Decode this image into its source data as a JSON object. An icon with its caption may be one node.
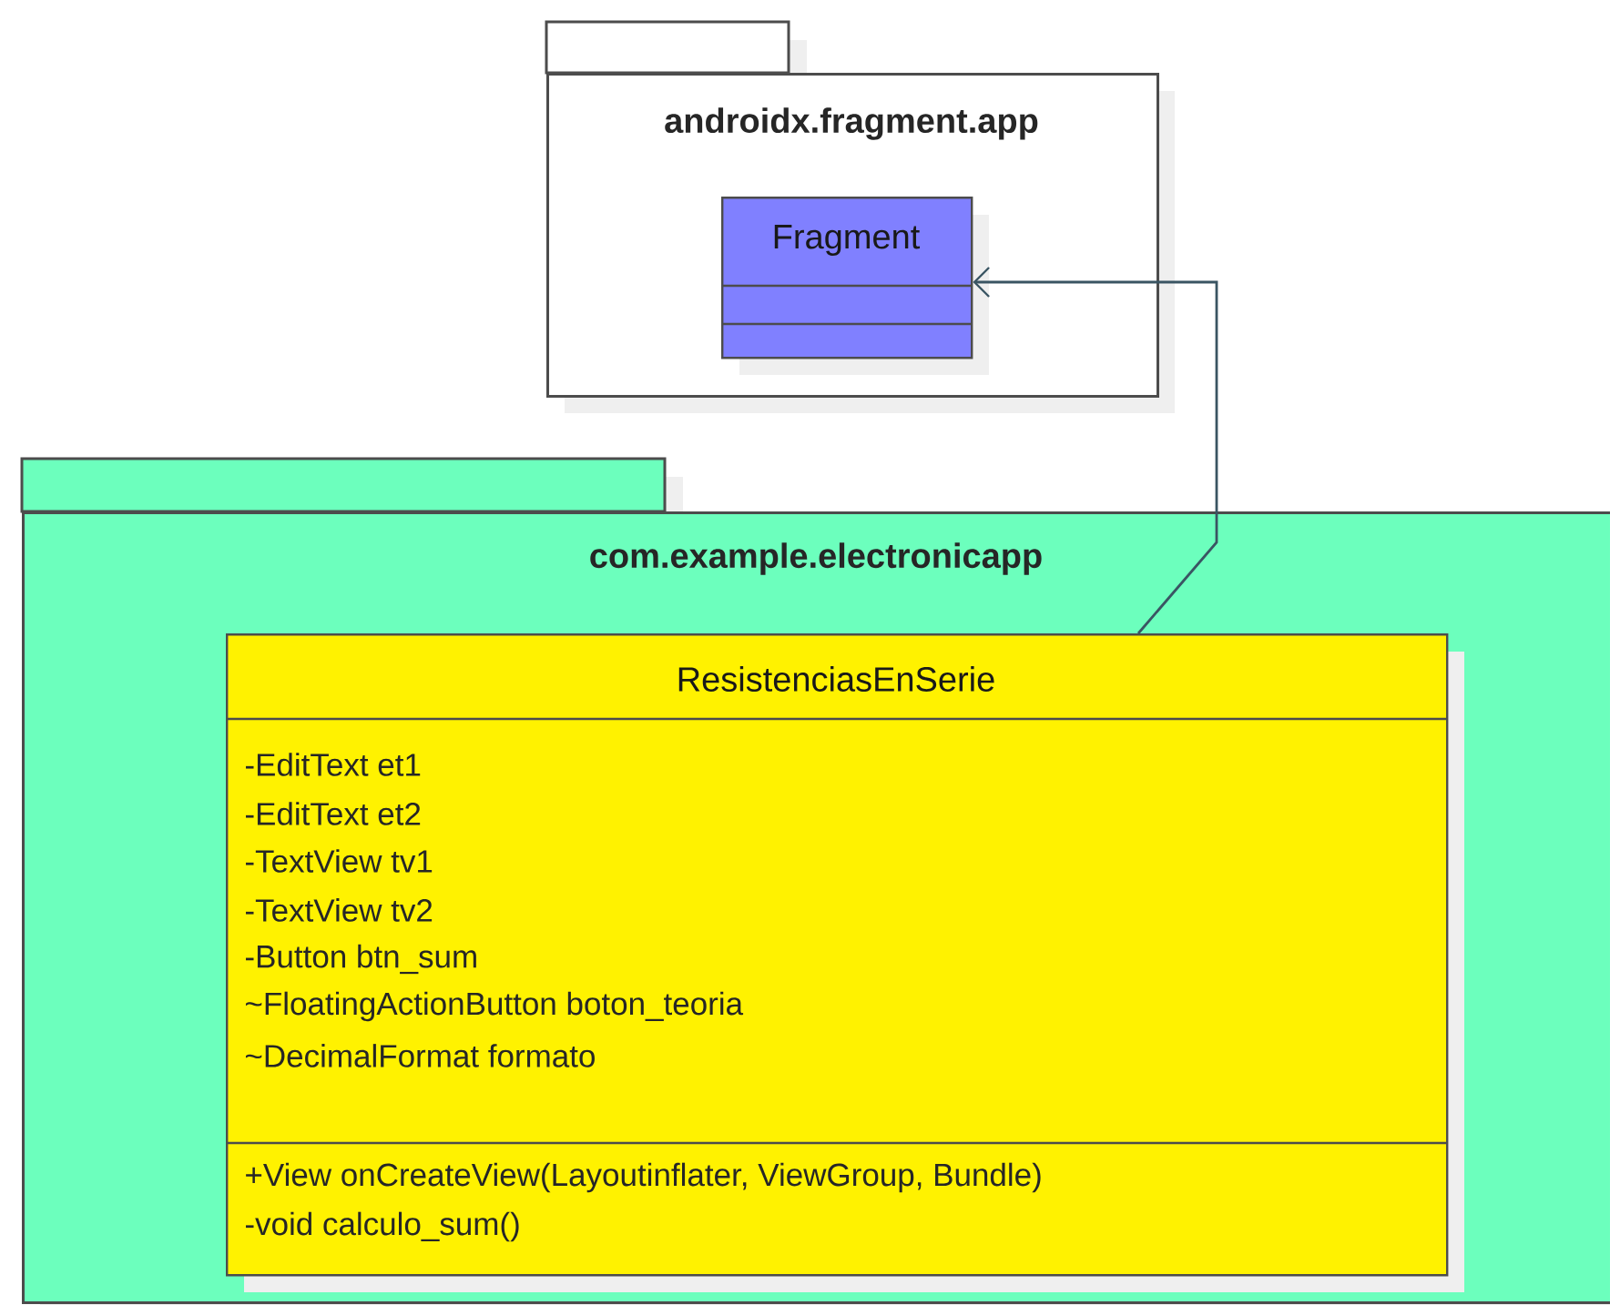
{
  "diagram": {
    "nodes": [
      {
        "text": [
          "androidx.fragment.app"
        ]
      },
      {
        "text": [
          "Fragment"
        ],
        "in": 0
      },
      {
        "text": [
          "com.example.electronicapp"
        ]
      },
      {
        "text": [
          "ResistenciasEnSerie",
          "-EditText et1",
          "-EditText et2",
          "-TextView tv1",
          "-TextView tv2",
          "-Button btn_sum",
          "~FloatingActionButton boton_teoria",
          "~DecimalFormat formato",
          "+View onCreateView(Layoutinflater, ViewGroup, Bundle)",
          "-void calculo_sum()"
        ],
        "in": 2
      }
    ],
    "edges": [
      {
        "from": 3,
        "to": 1,
        "arrow": "to"
      }
    ]
  }
}
